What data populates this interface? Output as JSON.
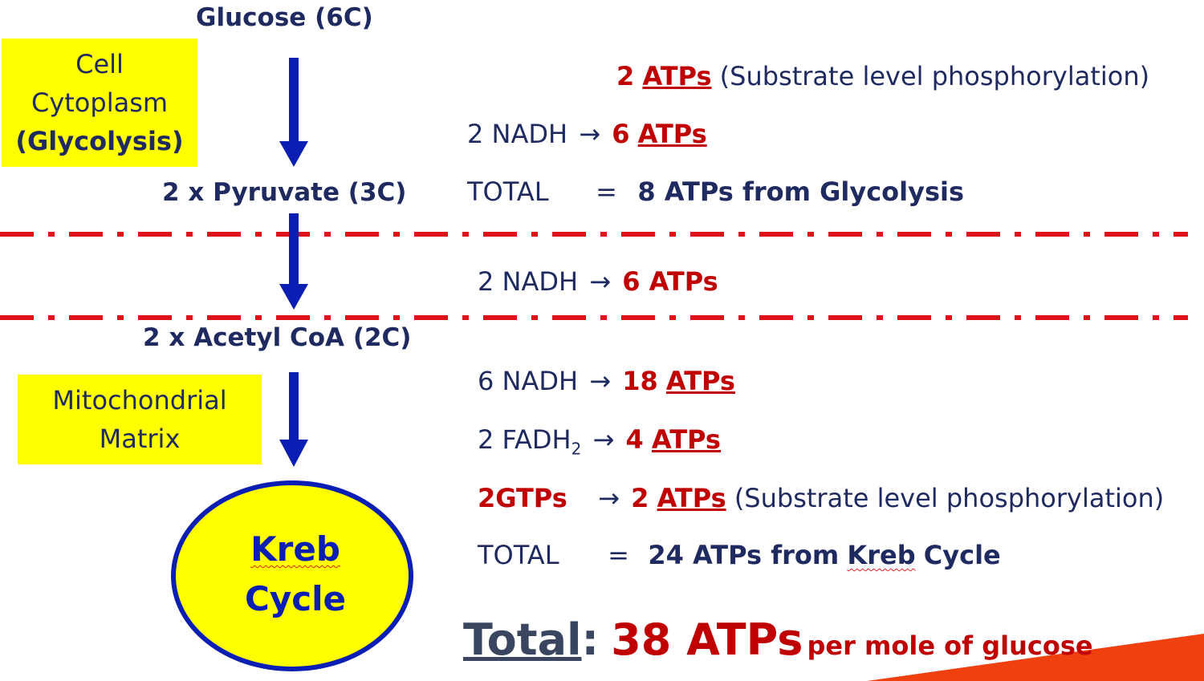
{
  "regions": {
    "cytoplasm": {
      "line1": "Cell",
      "line2": "Cytoplasm",
      "line3": "(Glycolysis)"
    },
    "matrix": {
      "line1": "Mitochondrial",
      "line2": "Matrix"
    }
  },
  "molecules": {
    "glucose": "Glucose (6C)",
    "pyruvate": "2 x Pyruvate (3C)",
    "acetyl_coa": "2 x Acetyl CoA (2C)"
  },
  "kreb": {
    "word1": "Kreb",
    "word2": "Cycle"
  },
  "glycolysis": {
    "slp_count": "2",
    "slp_unit": "ATPs",
    "slp_note": "(Substrate level phosphorylation)",
    "nadh_label": "2 NADH",
    "nadh_count": "6",
    "nadh_unit": "ATPs",
    "total_label": "TOTAL",
    "total_eq": "=",
    "total_value": "8 ATPs from Glycolysis"
  },
  "link": {
    "nadh_label": "2 NADH",
    "atp": "6 ATPs"
  },
  "krebs_yield": {
    "nadh_label": "6 NADH",
    "nadh_count": "18",
    "nadh_unit": "ATPs",
    "fadh_label": "2 FADH",
    "fadh_sub": "2",
    "fadh_count": "4",
    "fadh_unit": "ATPs",
    "gtp_label": "2GTPs",
    "gtp_count": "2",
    "gtp_unit": "ATPs",
    "gtp_note": "(Substrate level phosphorylation)",
    "total_label": "TOTAL",
    "total_eq": "=",
    "total_pre": "24 ATPs from",
    "total_kreb": "Kreb",
    "total_cycle": "Cycle"
  },
  "grand_total": {
    "word": "Total",
    "colon": ":",
    "value": "38 ATPs",
    "suffix": "per mole of glucose"
  },
  "arrow_glyph": "→",
  "colors": {
    "navy": "#1f2a60",
    "red": "#c00000",
    "blue": "#0a1eb4",
    "yellow": "#ffff00",
    "orange": "#f04010"
  }
}
